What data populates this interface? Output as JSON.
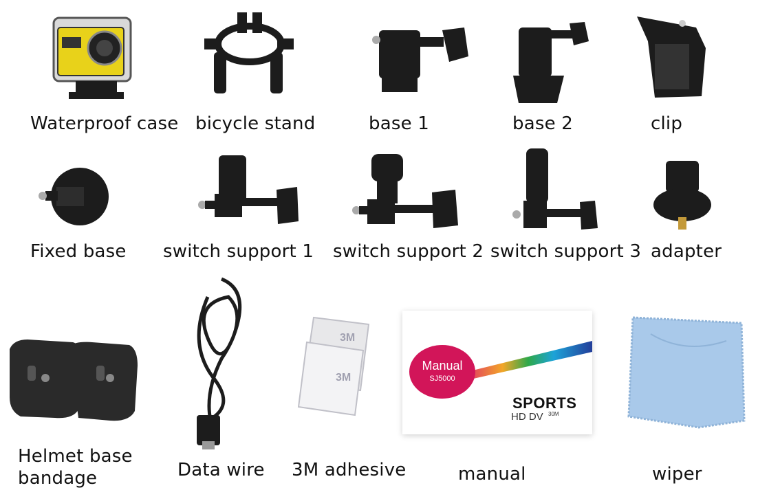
{
  "items": [
    {
      "label": "Waterproof case"
    },
    {
      "label": "bicycle stand"
    },
    {
      "label": "base 1"
    },
    {
      "label": "base  2"
    },
    {
      "label": "clip"
    },
    {
      "label": "Fixed base"
    },
    {
      "label": "switch support 1"
    },
    {
      "label": "switch support 2"
    },
    {
      "label": "switch support 3"
    },
    {
      "label": "adapter"
    },
    {
      "label": "Helmet base bandage"
    },
    {
      "label": "Data wire"
    },
    {
      "label": "3M adhesive"
    },
    {
      "label": "manual"
    },
    {
      "label": "wiper"
    }
  ],
  "manual_card": {
    "badge_title": "Manual",
    "badge_model": "SJ5000",
    "brand": "SPORTS",
    "subtitle": "HD DV",
    "depth": "30M"
  },
  "adhesive_text": "3M",
  "colors": {
    "badge": "#d21559",
    "camera_yellow": "#e8d21a",
    "wiper_blue": "#a9c9ea",
    "plastic": "#1c1c1c"
  }
}
